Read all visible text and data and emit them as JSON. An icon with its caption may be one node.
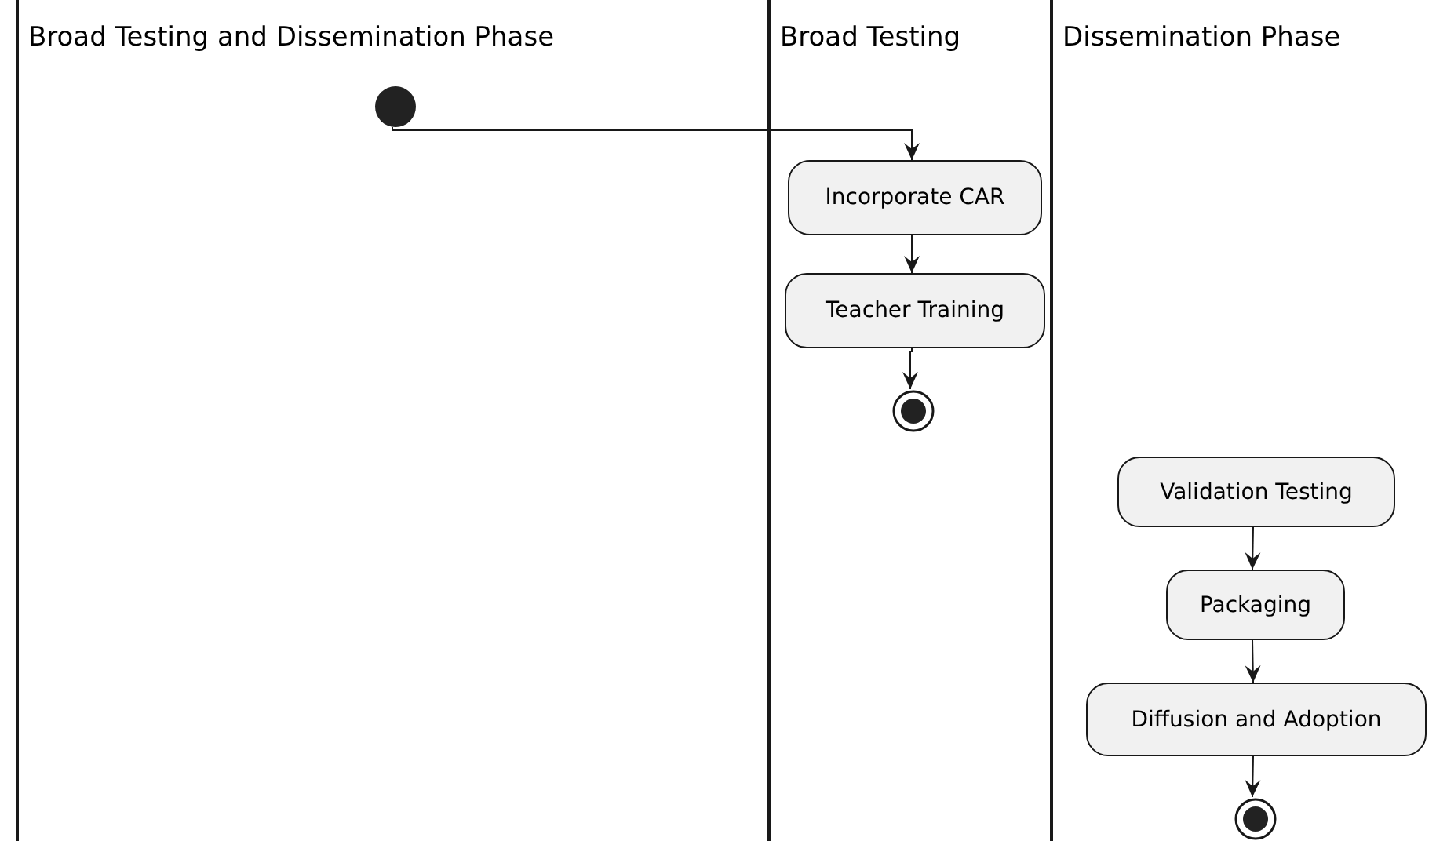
{
  "diagram": {
    "nodes": [
      {
        "text": [
          "Broad Testing and Dissemination Phase"
        ]
      },
      {
        "text": [
          "Broad Testing"
        ]
      },
      {
        "text": [
          "Dissemination Phase"
        ]
      },
      {
        "text": [],
        "shape": "circle",
        "in": 0
      },
      {
        "text": [
          "Incorporate CAR"
        ],
        "in": 1
      },
      {
        "text": [
          "Teacher Training"
        ],
        "in": 1
      },
      {
        "text": [],
        "shape": "circle",
        "in": 1
      },
      {
        "text": [
          "Validation Testing"
        ],
        "in": 2
      },
      {
        "text": [
          "Packaging"
        ],
        "in": 2
      },
      {
        "text": [
          "Diffusion and Adoption"
        ],
        "in": 2
      },
      {
        "text": [],
        "shape": "circle",
        "in": 2
      }
    ],
    "edges": [
      {
        "from": 3,
        "to": 4,
        "arrow": "to"
      },
      {
        "from": 4,
        "to": 5,
        "arrow": "to"
      },
      {
        "from": 5,
        "to": 6,
        "arrow": "to"
      },
      {
        "from": 7,
        "to": 8,
        "arrow": "to"
      },
      {
        "from": 8,
        "to": 9,
        "arrow": "to"
      },
      {
        "from": 9,
        "to": 10,
        "arrow": "to"
      }
    ]
  }
}
